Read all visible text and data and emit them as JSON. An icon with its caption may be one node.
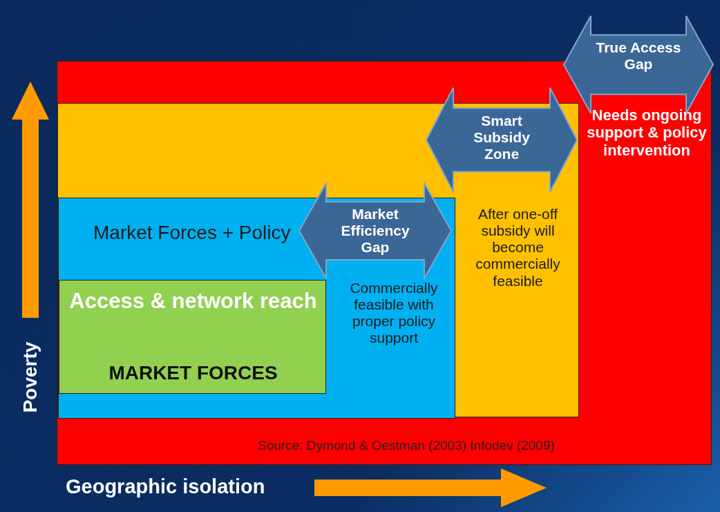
{
  "diagram": {
    "nodes": [
      {
        "text": [
          "Needs ongoing support & policy intervention",
          "Source: Dymond & Oestman (2003) Infodev (2009)"
        ]
      },
      {
        "text": [
          "After one-off subsidy will become commercially feasible"
        ],
        "in": 0
      },
      {
        "text": [
          "Market Forces + Policy",
          "Commercially feasible with proper policy support"
        ],
        "in": 1
      },
      {
        "text": [
          "Access & network reach",
          "MARKET FORCES"
        ],
        "in": 2
      },
      {
        "text": [
          "True Access Gap"
        ]
      },
      {
        "text": [
          "Smart Subsidy Zone"
        ],
        "in": 0
      },
      {
        "text": [
          "Market Efficiency Gap"
        ],
        "in": 1
      }
    ],
    "labels": [
      "Poverty",
      "Geographic isolation"
    ]
  }
}
